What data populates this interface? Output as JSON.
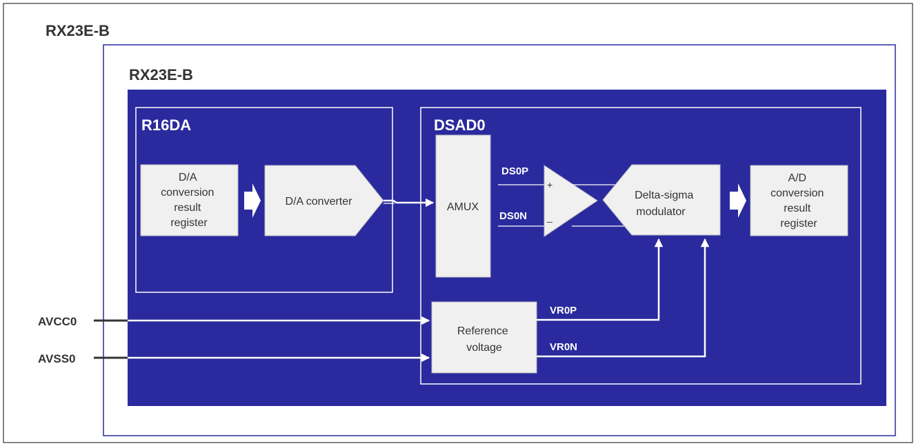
{
  "diagram": {
    "outer_title": "RX23E-B",
    "inner_title": "RX23E-B",
    "r16da": {
      "label": "R16DA",
      "register_lines": [
        "D/A",
        "conversion",
        "result",
        "register"
      ],
      "converter": "D/A converter"
    },
    "dsad0": {
      "label": "DSAD0",
      "amux": "AMUX",
      "ds0p": "DS0P",
      "ds0n": "DS0N",
      "plus": "+",
      "minus": "_",
      "modulator_lines": [
        "Delta-sigma",
        "modulator"
      ],
      "adc_register_lines": [
        "A/D",
        "conversion",
        "result",
        "register"
      ],
      "reference_lines": [
        "Reference",
        "voltage"
      ],
      "vr0p": "VR0P",
      "vr0n": "VR0N"
    },
    "pins": {
      "avcc0": "AVCC0",
      "avss0": "AVSS0"
    }
  },
  "colors": {
    "chip_fill": "#2a2a9e",
    "block_fill": "#f0f0f0",
    "signal": "#ffffff",
    "text_dark": "#333333"
  }
}
